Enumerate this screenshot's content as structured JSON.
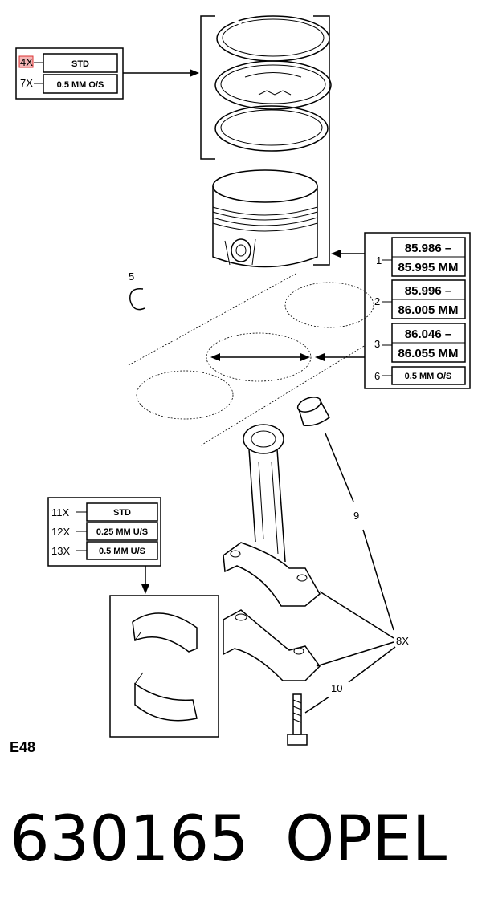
{
  "rings_callout": {
    "rows": [
      {
        "qty": "4X",
        "label": "STD"
      },
      {
        "qty": "7X",
        "label": "0.5 MM O/S"
      }
    ]
  },
  "piston_sizes": {
    "rows": [
      {
        "num": "1",
        "line1": "85.986 –",
        "line2": "85.995 MM"
      },
      {
        "num": "2",
        "line1": "85.996 –",
        "line2": "86.005 MM"
      },
      {
        "num": "3",
        "line1": "86.046 –",
        "line2": "86.055 MM"
      },
      {
        "num": "6",
        "line1": "0.5 MM O/S",
        "line2": ""
      }
    ]
  },
  "bearings_callout": {
    "rows": [
      {
        "qty": "11X",
        "label": "STD"
      },
      {
        "qty": "12X",
        "label": "0.25 MM U/S"
      },
      {
        "qty": "13X",
        "label": "0.5 MM U/S"
      }
    ]
  },
  "part_labels": {
    "circlip": "5",
    "bushing": "9",
    "rod_set": "8X",
    "bolt": "10"
  },
  "diagram_code": "E48",
  "footer": {
    "part_number": "630165",
    "brand": "OPEL"
  }
}
